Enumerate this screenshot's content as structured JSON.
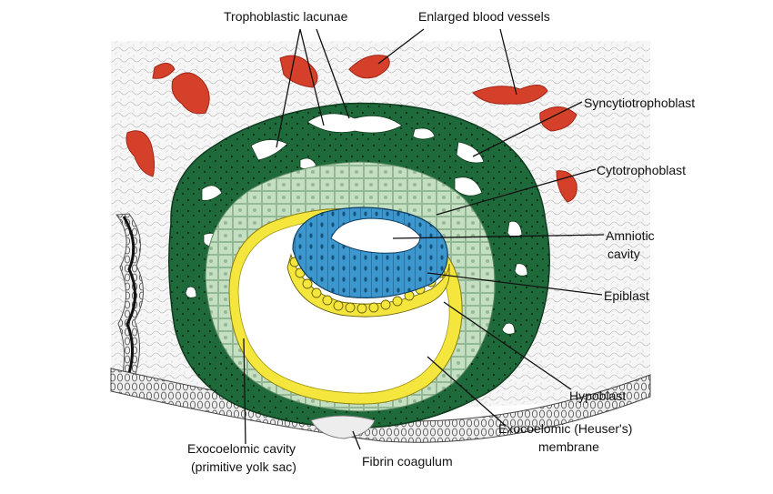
{
  "labels": {
    "trophoblastic_lacunae": "Trophoblastic lacunae",
    "enlarged_blood_vessels": "Enlarged blood vessels",
    "syncytiotrophoblast": "Syncytiotrophoblast",
    "cytotrophoblast": "Cytotrophoblast",
    "amniotic_cavity": [
      "Amniotic",
      "cavity"
    ],
    "epiblast": "Epiblast",
    "hypoblast": "Hypoblast",
    "exocoelomic_membrane": [
      "Exocoelomic (Heuser's)",
      "membrane"
    ],
    "exocoelomic_cavity": [
      "Exocoelomic cavity",
      "(primitive yolk sac)"
    ],
    "fibrin_coagulum": "Fibrin coagulum"
  },
  "colors": {
    "syncytiotrophoblast": "#1f6a3a",
    "cytotrophoblast": "#c4dfc2",
    "amnion_epiblast": "#3d97cf",
    "hypoblast_membrane": "#f4e63c",
    "blood_vessels": "#d4402a",
    "endometrium": "#f3f3f3"
  }
}
